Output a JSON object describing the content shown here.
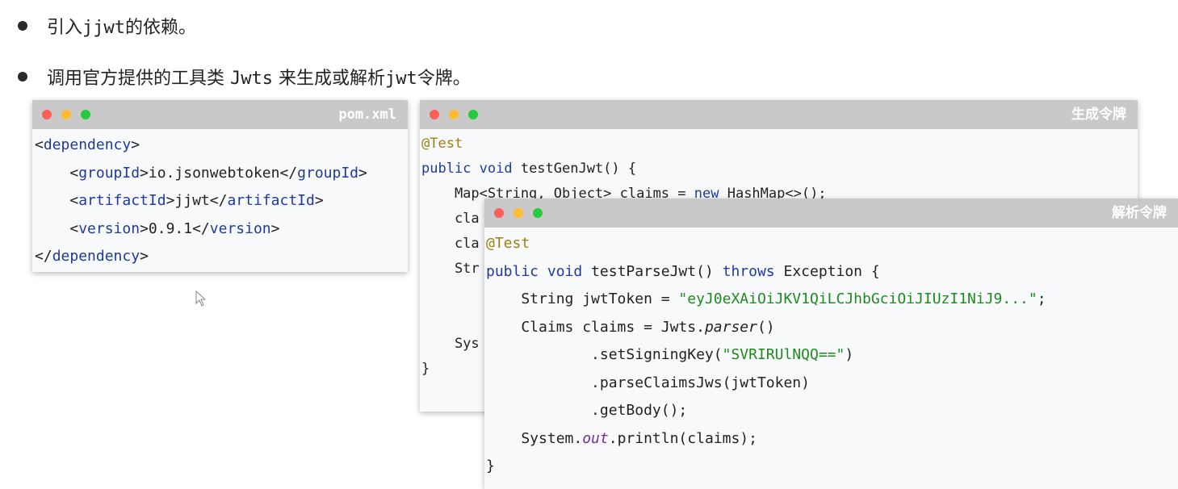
{
  "bullets": [
    {
      "pre": "引入",
      "mono": "jjwt",
      "post": "的依赖。"
    },
    {
      "pre": "调用官方提供的工具类 ",
      "mono": "Jwts",
      "post": " 来生成或解析",
      "mono2": "jwt",
      "post2": "令牌。"
    }
  ],
  "pom_window": {
    "title": "pom.xml",
    "lines": [
      {
        "indent": "",
        "open": "dependency",
        "text": "",
        "close": ""
      },
      {
        "indent": "    ",
        "open": "groupId",
        "text": "io.jsonwebtoken",
        "close": "groupId"
      },
      {
        "indent": "    ",
        "open": "artifactId",
        "text": "jjwt",
        "close": "artifactId"
      },
      {
        "indent": "    ",
        "open": "version",
        "text": "0.9.1",
        "close": "version"
      },
      {
        "indent": "",
        "open": "",
        "text": "",
        "close": "dependency"
      }
    ]
  },
  "gen_window": {
    "title": "生成令牌",
    "annotation": "@Test",
    "sig_kw": "public void",
    "sig_rest": " testGenJwt() {",
    "line3_a": "    Map<String, Object> claims = ",
    "line3_kw": "new",
    "line3_b": " HashMap<>();",
    "partial": [
      "    cla",
      "    cla",
      "    Str",
      "",
      "",
      "    Sys"
    ],
    "closing": "}"
  },
  "parse_window": {
    "title": "解析令牌",
    "annotation": "@Test",
    "sig_kw": "public void",
    "sig_name": " testParseJwt() ",
    "sig_throws": "throws",
    "sig_rest": " Exception {",
    "token_decl": "    String jwtToken = ",
    "token_value": "\"eyJ0eXAiOiJKV1QiLCJhbGciOiJIUzI1NiJ9...\"",
    "token_end": ";",
    "claims_decl": "    Claims claims = Jwts.",
    "parser_method": "parser",
    "parser_end": "()",
    "signing_pre": "            .setSigningKey(",
    "signing_key": "\"SVRIRUlNQQ==\"",
    "signing_end": ")",
    "parse_claims": "            .parseClaimsJws(jwtToken)",
    "get_body": "            .getBody();",
    "print_pre": "    System.",
    "print_field": "out",
    "print_post": ".println(claims);",
    "closing": "}"
  },
  "colors": {
    "keyword": "#1f3a9e",
    "annotation": "#9a8012",
    "string": "#1f8a1f",
    "titlebar": "#c9c9c9",
    "window_bg": "#f8f9fa"
  },
  "icons": [
    "traffic-light-close",
    "traffic-light-minimize",
    "traffic-light-maximize",
    "mouse-pointer-icon"
  ]
}
